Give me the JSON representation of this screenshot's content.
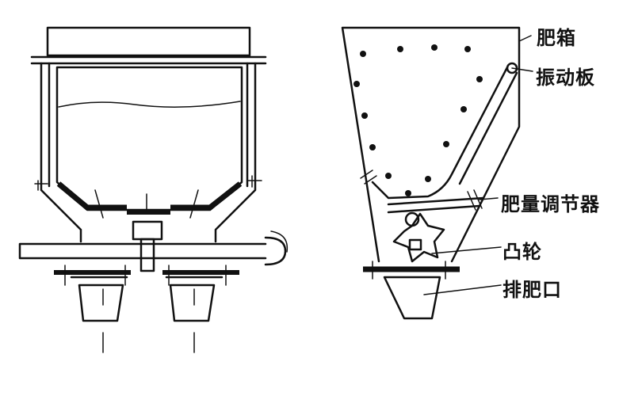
{
  "labels": {
    "hopper": "肥箱",
    "vibrating_plate": "振动板",
    "regulator": "肥量调节器",
    "cam": "凸轮",
    "outlet": "排肥口"
  },
  "colors": {
    "ink": "#111111",
    "background": "#ffffff"
  }
}
